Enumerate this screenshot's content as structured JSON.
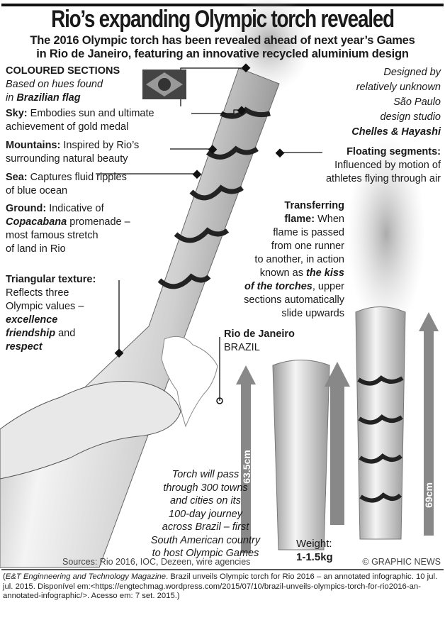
{
  "title": "Rio’s expanding Olympic torch revealed",
  "subtitle": [
    "The 2016 Olympic torch has been revealed ahead of next year’s Games",
    "in Rio de Janeiro, featuring an innovative recycled aluminium design"
  ],
  "coloured_sections": {
    "heading": "COLOURED SECTIONS",
    "lines": [
      "Based on hues found",
      "in "
    ],
    "bold": "Brazilian flag"
  },
  "sky": {
    "label": "Sky:",
    "text": " Embodies sun and ultimate",
    "text2": "achievement of gold medal"
  },
  "mountains": {
    "label": "Mountains:",
    "text": " Inspired by Rio’s",
    "text2": "surrounding natural beauty"
  },
  "sea": {
    "label": "Sea:",
    "text": " Captures fluid ripples",
    "text2": "of blue ocean"
  },
  "ground": {
    "label": "Ground:",
    "text": " Indicative of",
    "bold": "Copacabana",
    "text2": " promenade –",
    "text3": "most famous stretch",
    "text4": "of land in Rio"
  },
  "triangular": {
    "label": "Triangular texture:",
    "lines": [
      "Reflects three",
      "Olympic values –"
    ],
    "v1": "excellence",
    "v2": "friendship",
    "and": " and",
    "v3": "respect"
  },
  "designer": {
    "lines": [
      "Designed by",
      "relatively unknown",
      "São Paulo",
      "design studio"
    ],
    "bold": "Chelles & Hayashi"
  },
  "floating": {
    "label": "Floating segments:",
    "lines": [
      "Influenced by motion of",
      "athletes flying through air"
    ]
  },
  "transferring": {
    "label1": "Transferring",
    "label2": "flame:",
    "t2": " When",
    "lines": [
      "flame is passed",
      "from one runner",
      "to another, in action"
    ],
    "known": "known as ",
    "kiss": "the kiss",
    "of": "of the torches",
    "t6": ", upper",
    "lines2": [
      "sections automatically",
      "slide upwards"
    ]
  },
  "location": {
    "city": "Rio de Janeiro",
    "country": "BRAZIL"
  },
  "journey": [
    "Torch will pass",
    "through 300 towns",
    "and cities on its",
    "100-day journey",
    "across Brazil – first",
    "South American country",
    "to host Olympic Games"
  ],
  "heights": {
    "closed": "63.5cm",
    "extended": "69cm"
  },
  "weight": {
    "label": "Weight:",
    "value": "1-1.5kg"
  },
  "sources": "Sources: Rio 2016, IOC, Dezeen, wire agencies",
  "credit": "© GRAPHIC NEWS",
  "caption": {
    "source_italic": "E&T Enginneering and Technology Magazine",
    "line1": ". Brazil unveils Olympic torch for Rio 2016 – an annotated infographic. 10 jul.",
    "line2": "jul. 2015. Disponível em:<https://engtechmag.wordpress.com/2015/07/10/brazil-unveils-olympics-torch-for-rio2016-an-",
    "line3": "annotated-infographic/>. Acesso em: 7 set. 2015.)",
    "open": "("
  }
}
